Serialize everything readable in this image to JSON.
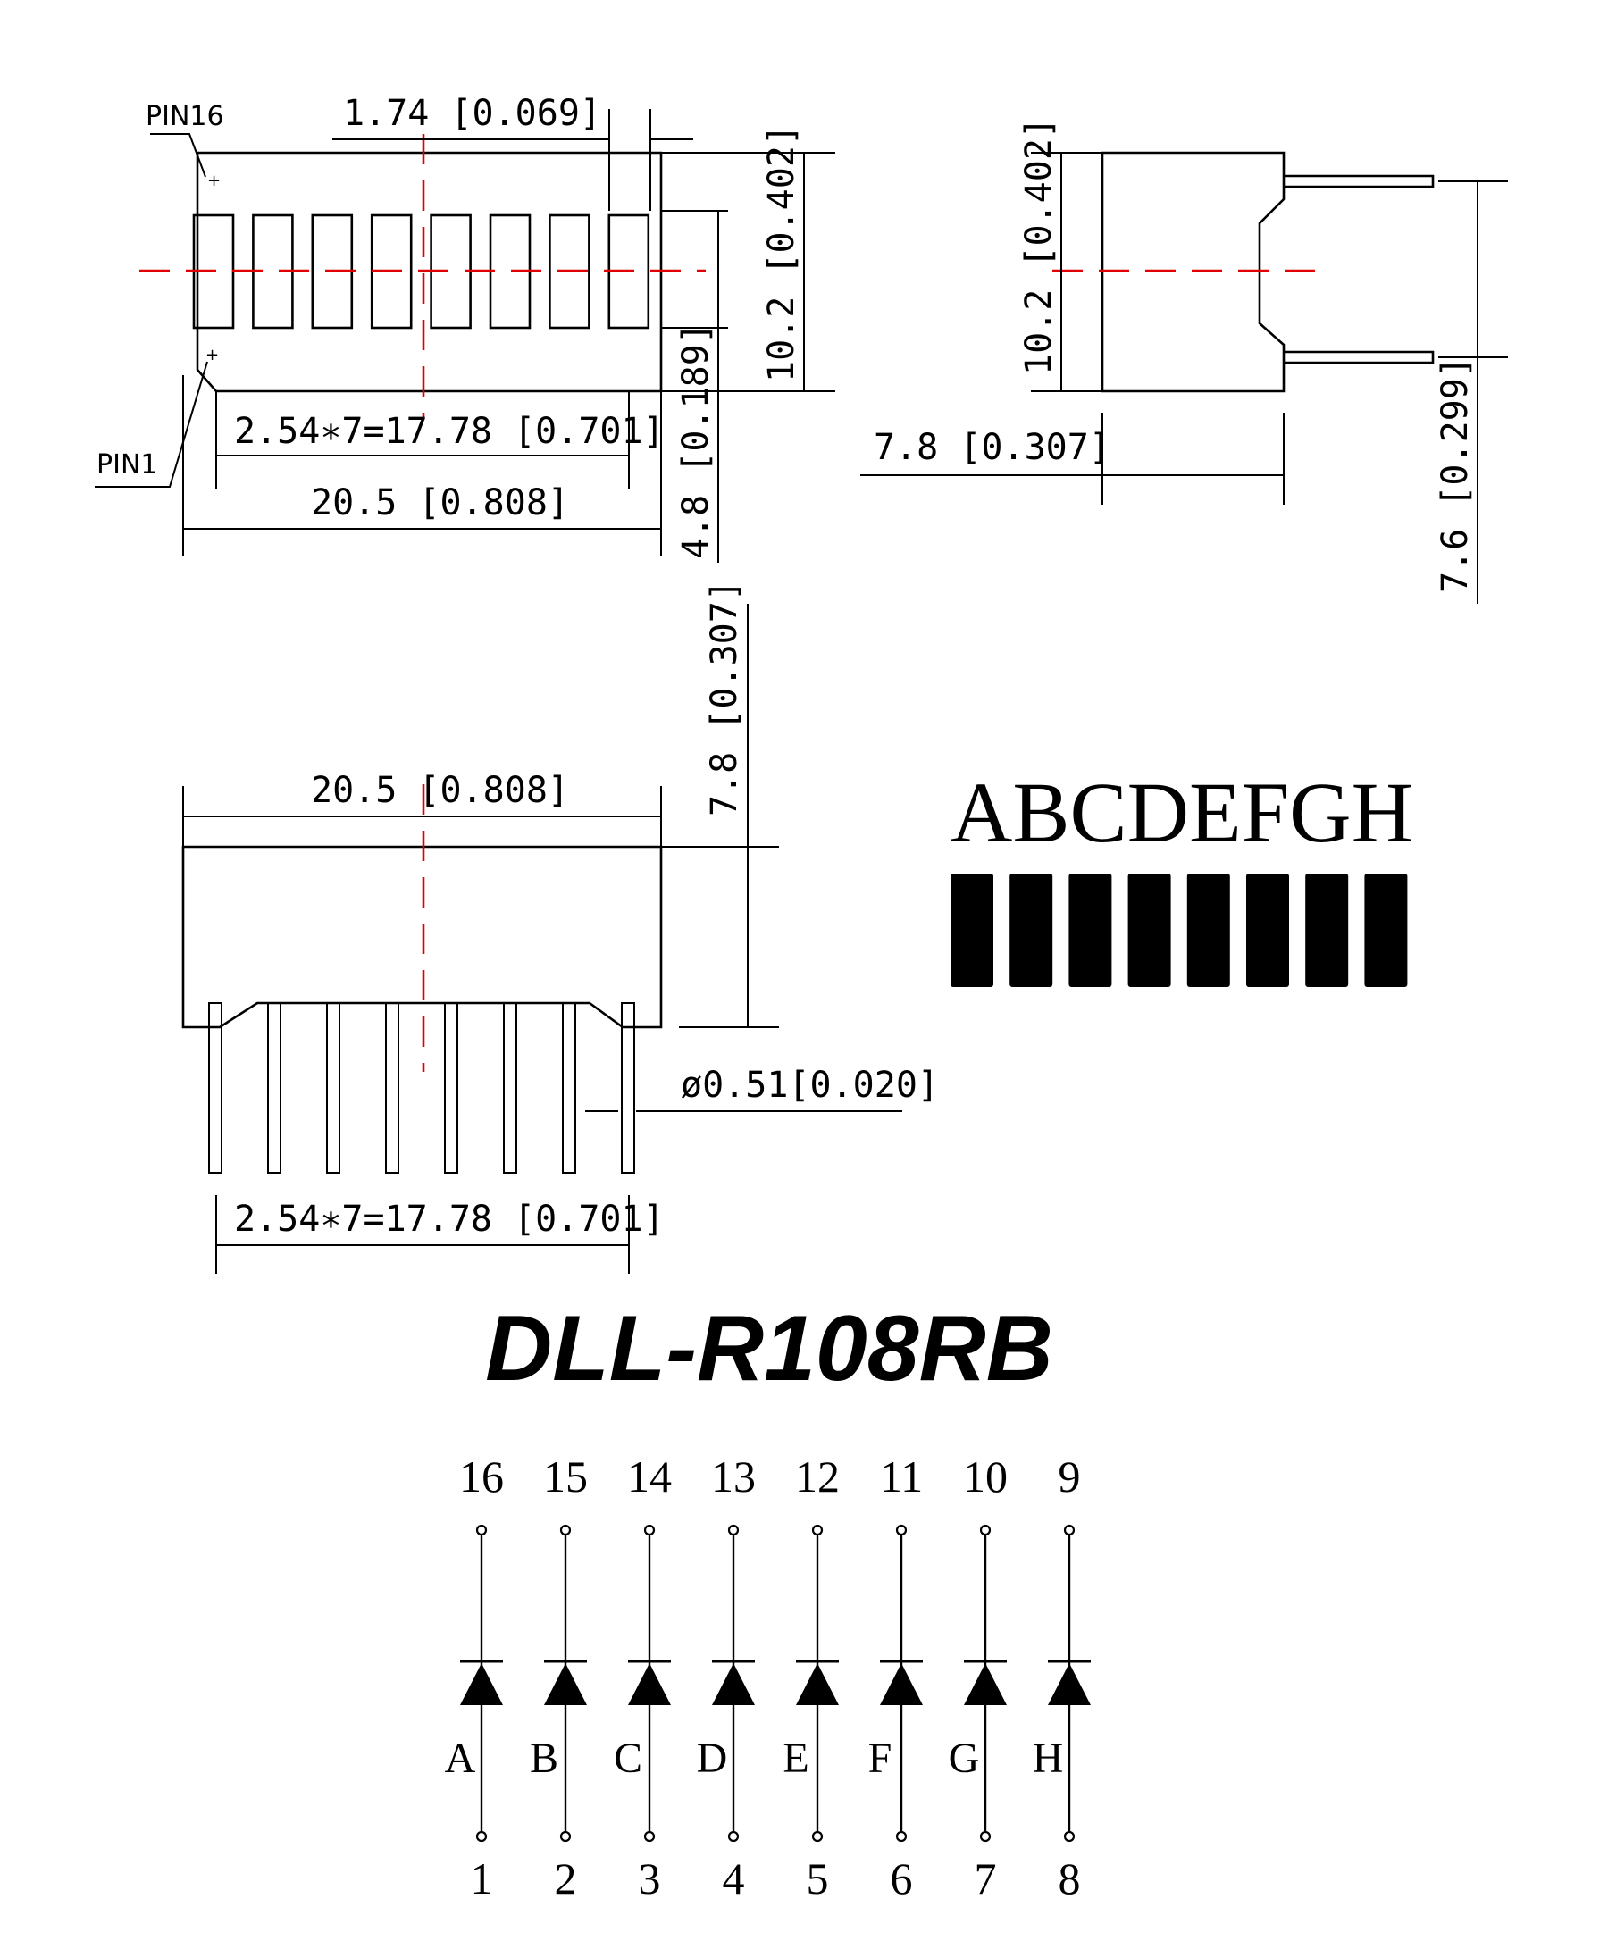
{
  "pins": {
    "pin16": "PIN16",
    "pin1": "PIN1"
  },
  "dimensions": {
    "pitch_top": "1.74 [0.069]",
    "height_front": "10.2 [0.402]",
    "offset_front": "4.8 [0.189]",
    "pin_span_top": "2.54∗7=17.78 [0.701]",
    "width_top": "20.5 [0.808]",
    "height_side": "10.2 [0.402]",
    "depth_side": "7.8 [0.307]",
    "lead_spacing_side": "7.6 [0.299]",
    "width_bottom": "20.5 [0.808]",
    "height_bottom": "7.8 [0.307]",
    "lead_diameter": "ø0.51[0.020]",
    "pin_span_bottom": "2.54∗7=17.78 [0.701]"
  },
  "segment_letters": "ABCDEFGH",
  "part_number": "DLL-R108RB",
  "schematic": {
    "anode_pins": [
      "16",
      "15",
      "14",
      "13",
      "12",
      "11",
      "10",
      "9"
    ],
    "segments": [
      "A",
      "B",
      "C",
      "D",
      "E",
      "F",
      "G",
      "H"
    ],
    "cathode_pins": [
      "1",
      "2",
      "3",
      "4",
      "5",
      "6",
      "7",
      "8"
    ]
  },
  "colors": {
    "ink": "#000000",
    "centerline": "#e00000"
  }
}
